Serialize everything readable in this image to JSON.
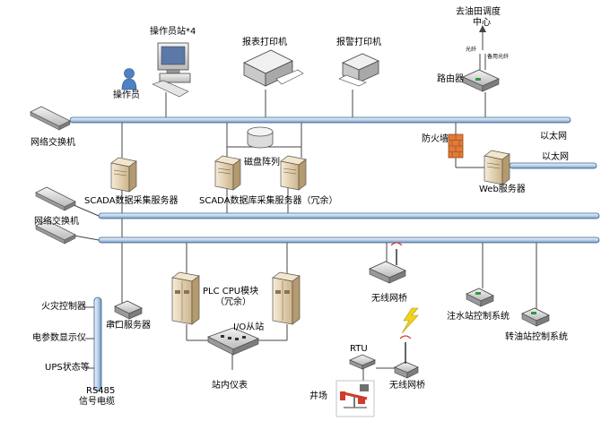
{
  "labels": {
    "operator_station": "操作员站*4",
    "operator": "操作员",
    "report_printer": "报表打印机",
    "alarm_printer": "报警打印机",
    "oilfield_center_1": "去油田调度",
    "oilfield_center_2": "中心",
    "optical_fiber": "光纤",
    "backup_fiber": "备用光纤",
    "router": "路由器",
    "switch_top": "网络交换机",
    "ethernet_1": "以太网",
    "ethernet_2": "以太网",
    "firewall": "防火墙",
    "disk_array": "磁盘阵列",
    "web_server": "Web服务器",
    "scada_collect": "SCADA数据采集服务器",
    "scada_db": "SCADA数据库采集服务器（冗余）",
    "switch_mid": "网络交换机",
    "plc_1": "PLC CPU模块",
    "plc_2": "（冗余）",
    "io_station": "I/O从站",
    "wireless_bridge_1": "无线网桥",
    "water_station": "注水站控制系统",
    "oil_station": "转油站控制系统",
    "fire_controller": "火灾控制器",
    "power_display": "电参数显示仪",
    "ups_status": "UPS状态等",
    "serial_server": "串口服务器",
    "rs485_1": "RS485",
    "rs485_2": "信号电缆",
    "station_meter": "站内仪表",
    "rtu": "RTU",
    "wireless_bridge_2": "无线网桥",
    "well_site": "井场"
  },
  "colors": {
    "bus_fill": "#bcd3ea",
    "bus_stroke": "#3b5f8a",
    "line": "#444444",
    "firewall": "#e07b39",
    "lightning": "#f2d21e",
    "server": "#ead8b8"
  }
}
